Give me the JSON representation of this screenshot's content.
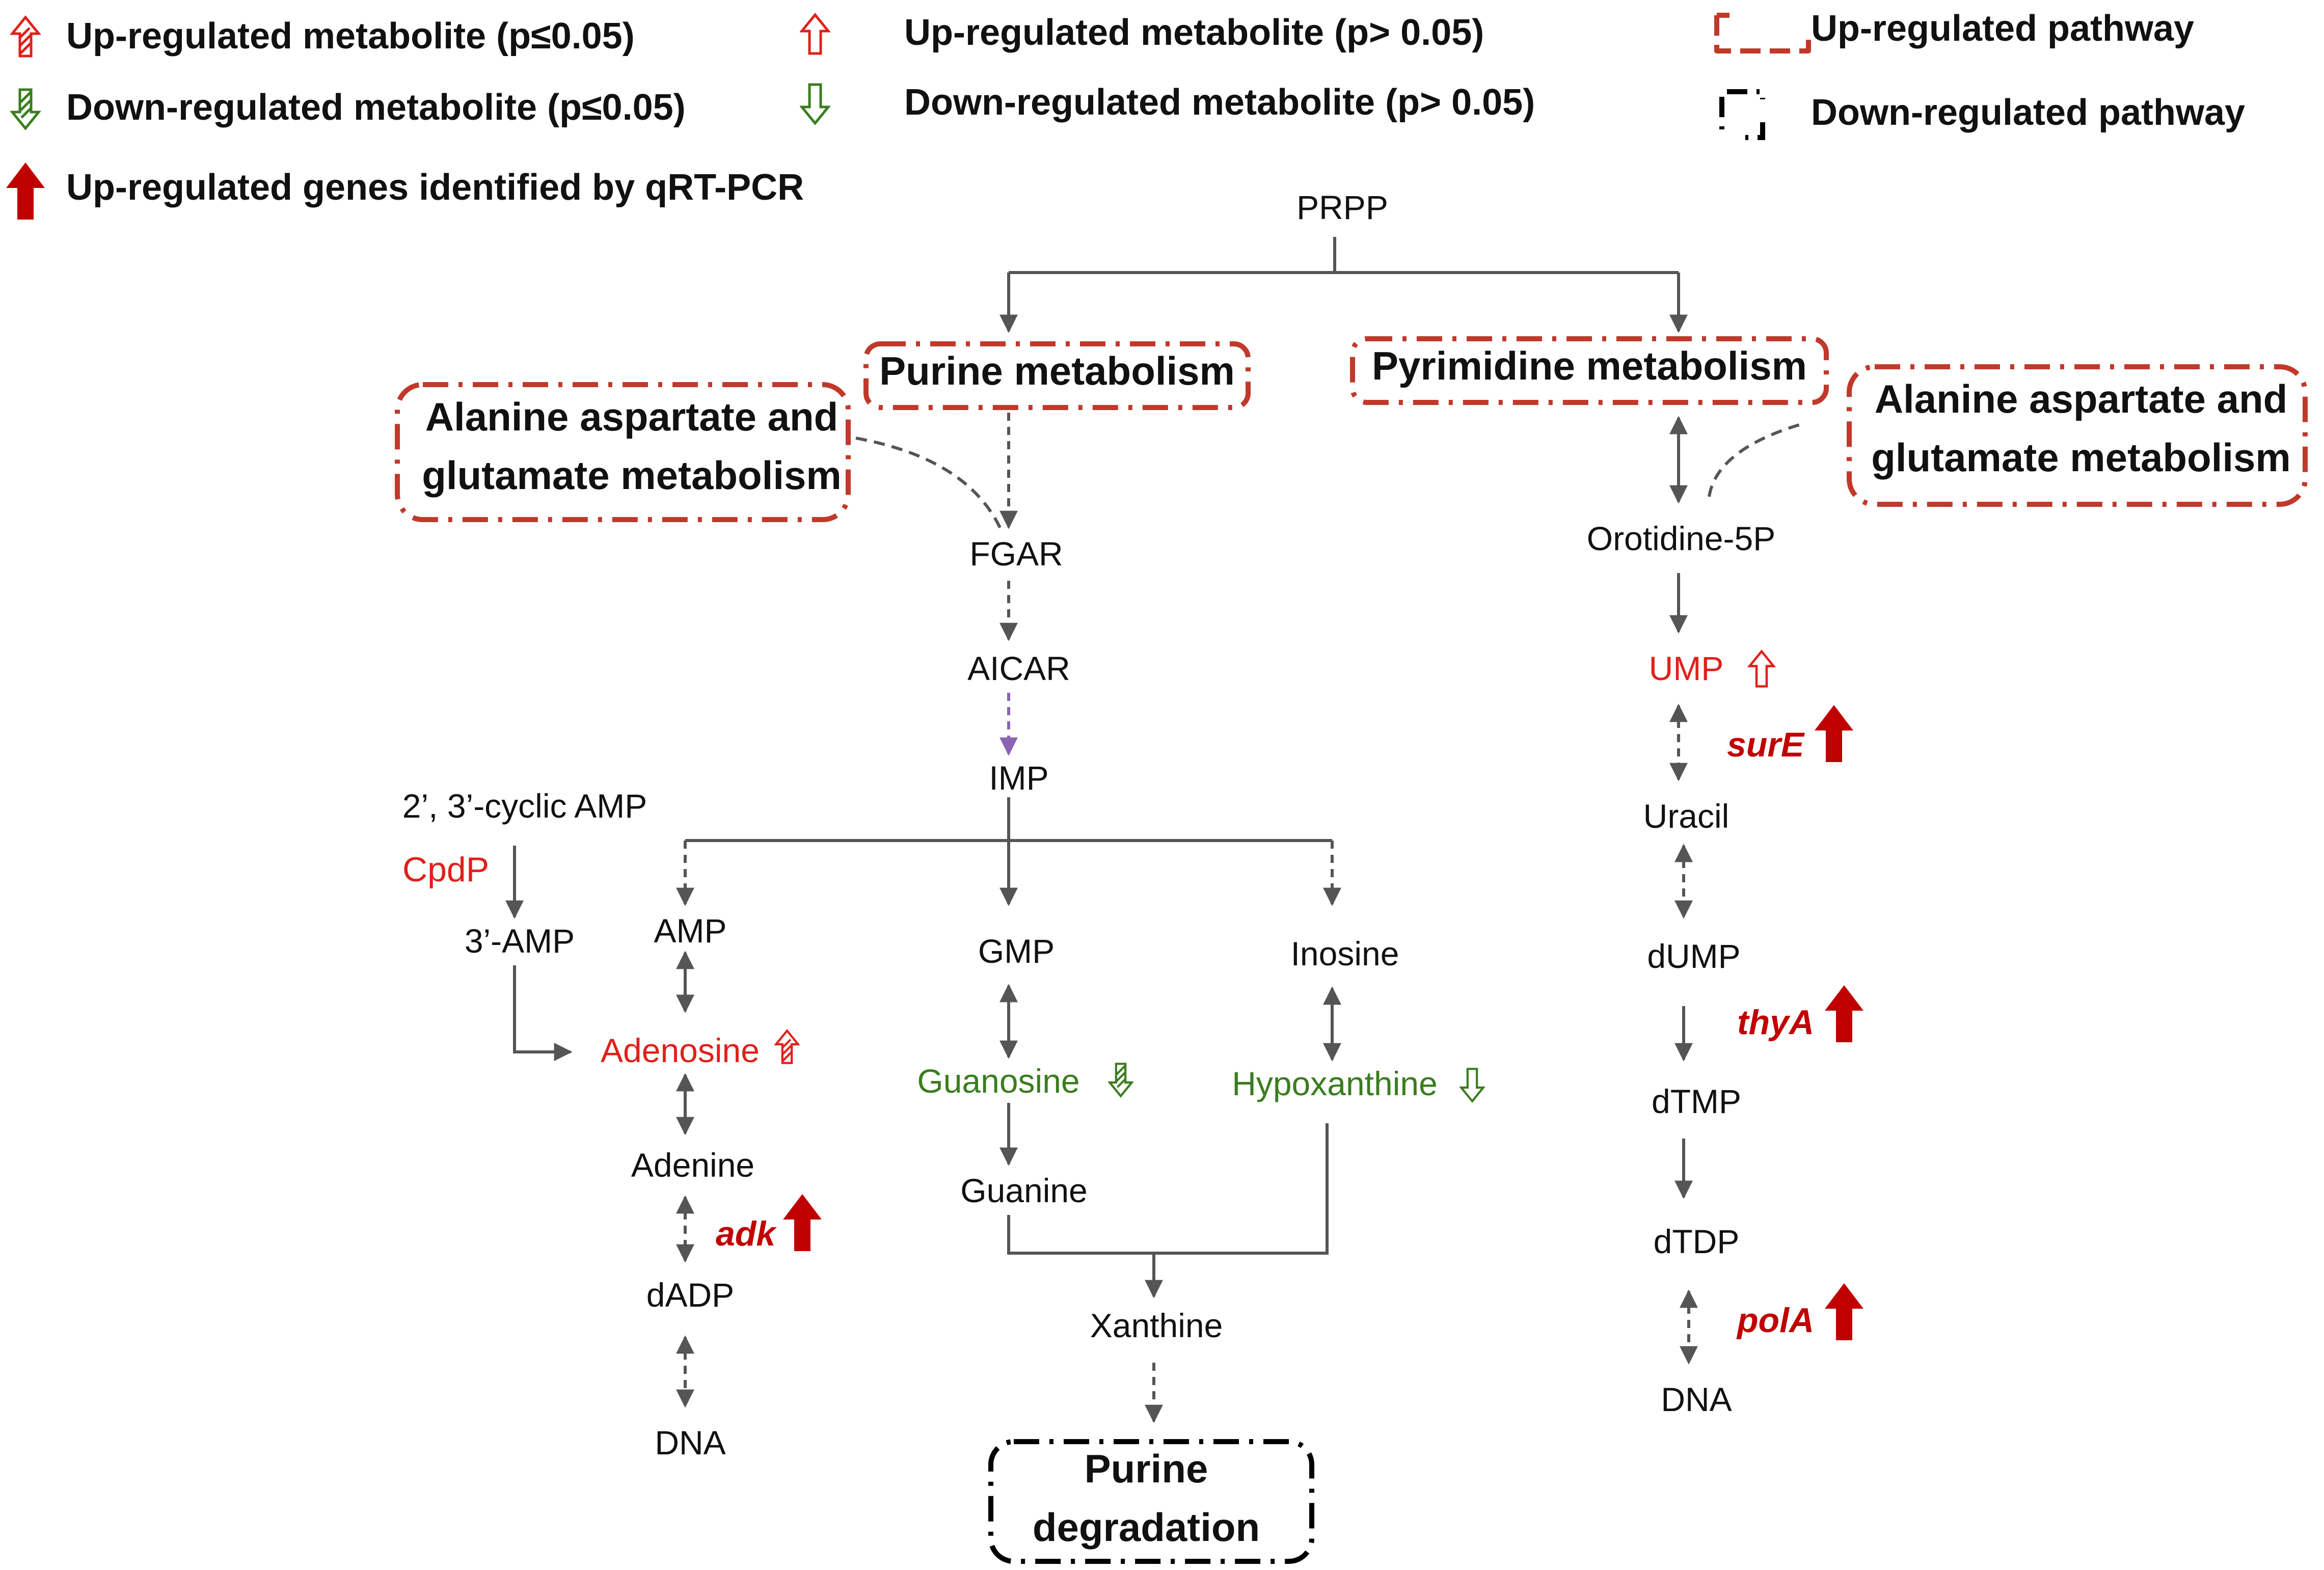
{
  "legend": {
    "up_sig": "Up-regulated metabolite (p≤0.05)",
    "up_nonsig": "Up-regulated metabolite (p> 0.05)",
    "down_sig": "Down-regulated metabolite (p≤0.05)",
    "down_nonsig": "Down-regulated metabolite (p> 0.05)",
    "up_genes": "Up-regulated genes identified by qRT-PCR",
    "up_pathway": "Up-regulated pathway",
    "down_pathway": "Down-regulated pathway"
  },
  "pathways": {
    "purine": "Purine metabolism",
    "pyrimidine": "Pyrimidine metabolism",
    "ala_left_1": "Alanine aspartate and",
    "ala_left_2": "glutamate metabolism",
    "ala_right_1": "Alanine aspartate and",
    "ala_right_2": "glutamate metabolism",
    "degradation_1": "Purine",
    "degradation_2": "degradation"
  },
  "metabolites": {
    "prpp": "PRPP",
    "fgar": "FGAR",
    "aicar": "AICAR",
    "imp": "IMP",
    "cyclic_amp": "2’, 3’-cyclic AMP",
    "amp3": "3’-AMP",
    "amp": "AMP",
    "adenosine": "Adenosine",
    "adenine": "Adenine",
    "dadp": "dADP",
    "dna_left": "DNA",
    "gmp": "GMP",
    "guanosine": "Guanosine",
    "guanine": "Guanine",
    "inosine": "Inosine",
    "hypoxanthine": "Hypoxanthine",
    "xanthine": "Xanthine",
    "orotidine": "Orotidine-5P",
    "ump": "UMP",
    "uracil": "Uracil",
    "dump": "dUMP",
    "dtmp": "dTMP",
    "dtdp": "dTDP",
    "dna_right": "DNA"
  },
  "genes": {
    "cpdp": "CpdP",
    "adk": "adk",
    "sure": "surE",
    "thya": "thyA",
    "pola": "polA"
  },
  "colors": {
    "up_red": "#e0201b",
    "gene_red": "#c00000",
    "pathway_red": "#c0392b",
    "down_green": "#3a7d1e",
    "arrow_gray": "#555555",
    "purple": "#8a63b5",
    "text": "#111111"
  }
}
